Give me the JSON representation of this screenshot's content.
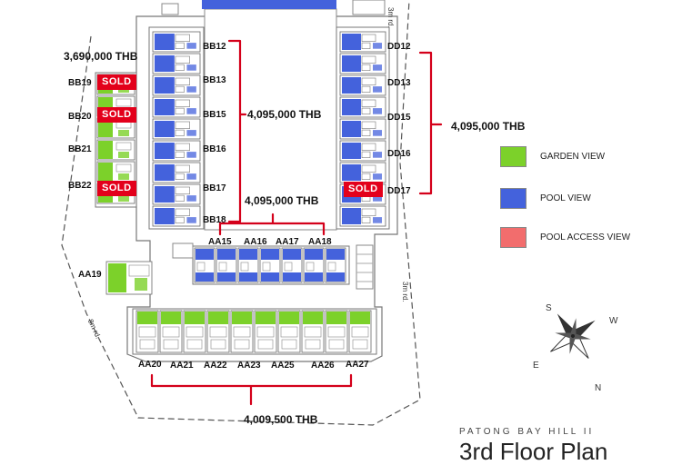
{
  "units": {
    "bb": [
      "BB12",
      "BB13",
      "BB15",
      "BB16",
      "BB17",
      "BB18"
    ],
    "bb_left": [
      "BB19",
      "BB20",
      "BB21",
      "BB22"
    ],
    "dd": [
      "DD12",
      "DD13",
      "DD15",
      "DD16",
      "DD17"
    ],
    "aa_mid": [
      "AA15",
      "AA16",
      "AA17",
      "AA18"
    ],
    "aa19": "AA19",
    "aa_bottom": [
      "AA20",
      "AA21",
      "AA22",
      "AA23",
      "AA25",
      "AA26",
      "AA27"
    ]
  },
  "prices": {
    "bb_left": "3,690,000 THB",
    "bb_main": "4,095,000 THB",
    "aa_mid": "4,095,000 THB",
    "dd": "4,095,000 THB",
    "aa_bottom": "4,009,500 THB"
  },
  "sold_label": "SOLD",
  "roads": {
    "top_right": "3m rd.",
    "right": "3m rd.",
    "left": "8m rd."
  },
  "legend": [
    {
      "label": "GARDEN VIEW",
      "color": "#7cd12a"
    },
    {
      "label": "POOL VIEW",
      "color": "#4462dc"
    },
    {
      "label": "POOL ACCESS VIEW",
      "color": "#f26d6d"
    }
  ],
  "compass": {
    "s": "S",
    "w": "W",
    "e": "E",
    "n": "N"
  },
  "footer": {
    "project": "PATONG BAY HILL II",
    "title": "3rd Floor Plan"
  },
  "colors": {
    "garden": "#7cd12a",
    "pool": "#4462dc",
    "bracket": "#d4001a",
    "sold": "#e3001b"
  }
}
